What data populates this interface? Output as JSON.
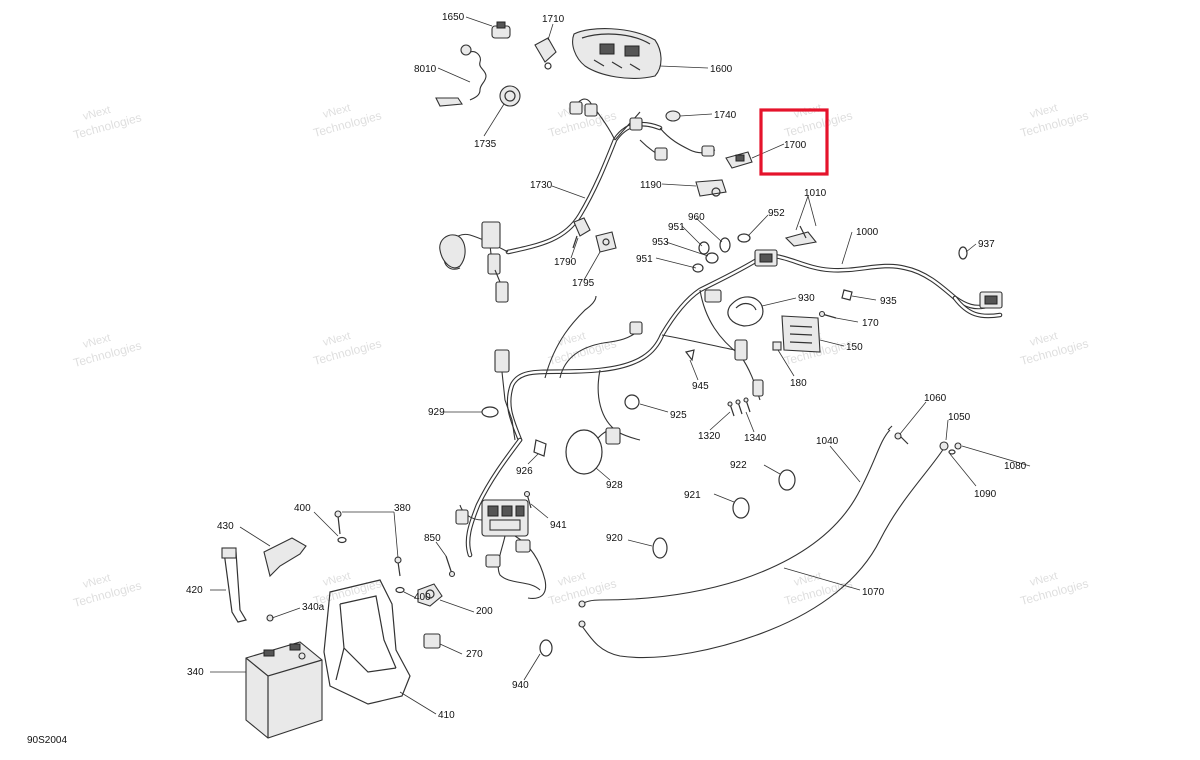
{
  "diagram": {
    "code": "90S2004",
    "highlight_label": "1700",
    "highlight_color": "#e5132b",
    "watermark": {
      "line1": "vNext",
      "line2": "Technologies"
    },
    "labels": [
      {
        "id": "l1650",
        "text": "1650"
      },
      {
        "id": "l1710",
        "text": "1710"
      },
      {
        "id": "l1600",
        "text": "1600"
      },
      {
        "id": "l8010",
        "text": "8010"
      },
      {
        "id": "l1735",
        "text": "1735"
      },
      {
        "id": "l1740",
        "text": "1740"
      },
      {
        "id": "l1700",
        "text": "1700"
      },
      {
        "id": "l1730",
        "text": "1730"
      },
      {
        "id": "l1190",
        "text": "1190"
      },
      {
        "id": "l1010",
        "text": "1010"
      },
      {
        "id": "l960",
        "text": "960"
      },
      {
        "id": "l952",
        "text": "952"
      },
      {
        "id": "l951a",
        "text": "951"
      },
      {
        "id": "l953",
        "text": "953"
      },
      {
        "id": "l951b",
        "text": "951"
      },
      {
        "id": "l1000",
        "text": "1000"
      },
      {
        "id": "l937",
        "text": "937"
      },
      {
        "id": "l1790",
        "text": "1790"
      },
      {
        "id": "l1795",
        "text": "1795"
      },
      {
        "id": "l930",
        "text": "930"
      },
      {
        "id": "l935",
        "text": "935"
      },
      {
        "id": "l170",
        "text": "170"
      },
      {
        "id": "l150",
        "text": "150"
      },
      {
        "id": "l945",
        "text": "945"
      },
      {
        "id": "l180",
        "text": "180"
      },
      {
        "id": "l929",
        "text": "929"
      },
      {
        "id": "l925",
        "text": "925"
      },
      {
        "id": "l1320",
        "text": "1320"
      },
      {
        "id": "l1340",
        "text": "1340"
      },
      {
        "id": "l1060",
        "text": "1060"
      },
      {
        "id": "l1050",
        "text": "1050"
      },
      {
        "id": "l1040",
        "text": "1040"
      },
      {
        "id": "l1080",
        "text": "1080"
      },
      {
        "id": "l1090",
        "text": "1090"
      },
      {
        "id": "l926",
        "text": "926"
      },
      {
        "id": "l928",
        "text": "928"
      },
      {
        "id": "l922",
        "text": "922"
      },
      {
        "id": "l921",
        "text": "921"
      },
      {
        "id": "l941",
        "text": "941"
      },
      {
        "id": "l920",
        "text": "920"
      },
      {
        "id": "l400a",
        "text": "400"
      },
      {
        "id": "l380",
        "text": "380"
      },
      {
        "id": "l430",
        "text": "430"
      },
      {
        "id": "l850",
        "text": "850"
      },
      {
        "id": "l400b",
        "text": "400"
      },
      {
        "id": "l420",
        "text": "420"
      },
      {
        "id": "l340a",
        "text": "340a"
      },
      {
        "id": "l200",
        "text": "200"
      },
      {
        "id": "l270",
        "text": "270"
      },
      {
        "id": "l340",
        "text": "340"
      },
      {
        "id": "l940",
        "text": "940"
      },
      {
        "id": "l410",
        "text": "410"
      },
      {
        "id": "l1070",
        "text": "1070"
      }
    ]
  }
}
